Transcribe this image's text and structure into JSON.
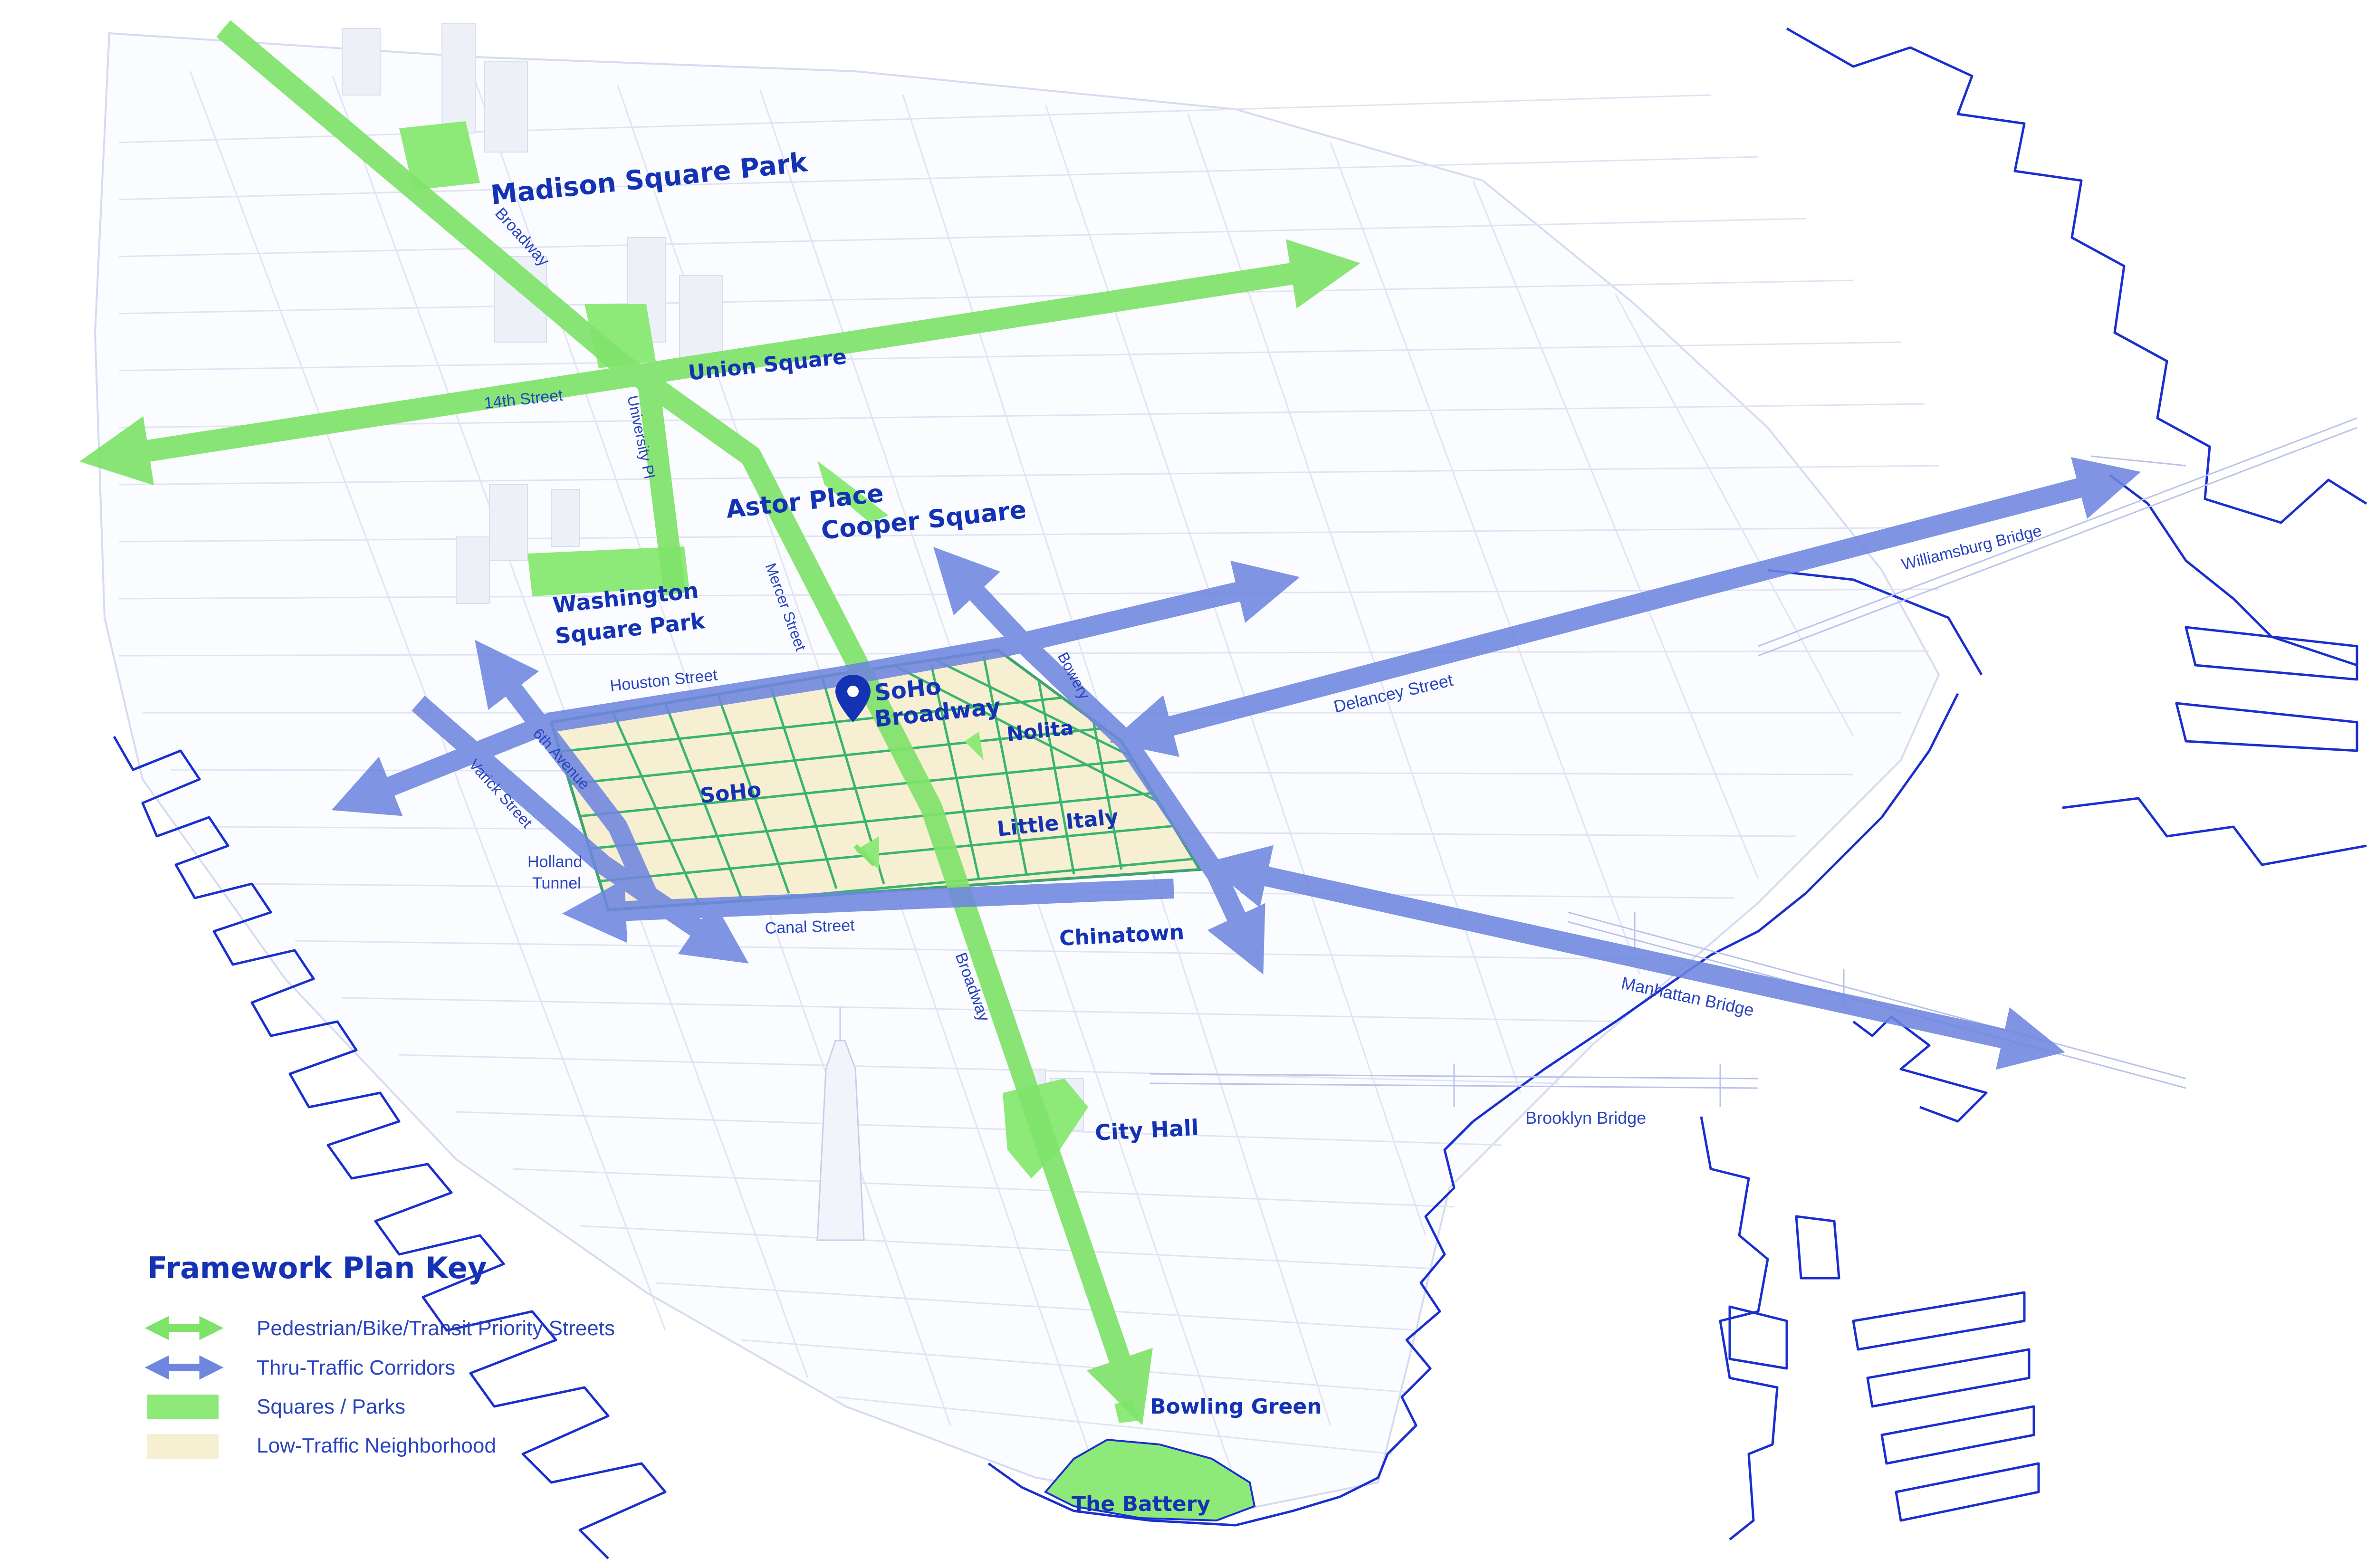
{
  "colors": {
    "pedestrian": "#7fe36a",
    "traffic": "#6f86e0",
    "park": "#8eea78",
    "neighborhood": "#f6efd2",
    "neighborhood_grid": "#39b46e",
    "coast": "#1a2fcf",
    "label": "#1432b4",
    "grid": "#dfe3f3"
  },
  "places": {
    "madison_square_park": "Madison Square Park",
    "union_square": "Union Square",
    "astor_place": "Astor Place",
    "cooper_square": "Cooper Square",
    "washington_square_park": "Washington Square Park",
    "soho_broadway": "SoHo Broadway",
    "nolita": "Nolita",
    "soho": "SoHo",
    "little_italy": "Little Italy",
    "chinatown": "Chinatown",
    "city_hall": "City Hall",
    "bowling_green": "Bowling Green",
    "the_battery": "The Battery"
  },
  "streets": {
    "broadway": "Broadway",
    "fourteenth_street": "14th Street",
    "university_pl": "University Pl",
    "mercer_street": "Mercer Street",
    "houston_street": "Houston Street",
    "bowery": "Bowery",
    "sixth_avenue": "6th Avenue",
    "varick_street": "Varick Street",
    "holland_tunnel": "Holland Tunnel",
    "canal_street": "Canal Street",
    "delancey_street": "Delancey Street",
    "williamsburg_bridge": "Williamsburg Bridge",
    "manhattan_bridge": "Manhattan Bridge",
    "brooklyn_bridge": "Brooklyn Bridge"
  },
  "legend": {
    "title": "Framework Plan Key",
    "items": [
      {
        "label": "Pedestrian/Bike/Transit Priority Streets",
        "symbol": "green-double-arrow"
      },
      {
        "label": "Thru-Traffic Corridors",
        "symbol": "blue-double-arrow"
      },
      {
        "label": "Squares / Parks",
        "symbol": "green-swatch"
      },
      {
        "label": "Low-Traffic Neighborhood",
        "symbol": "beige-swatch"
      }
    ]
  }
}
